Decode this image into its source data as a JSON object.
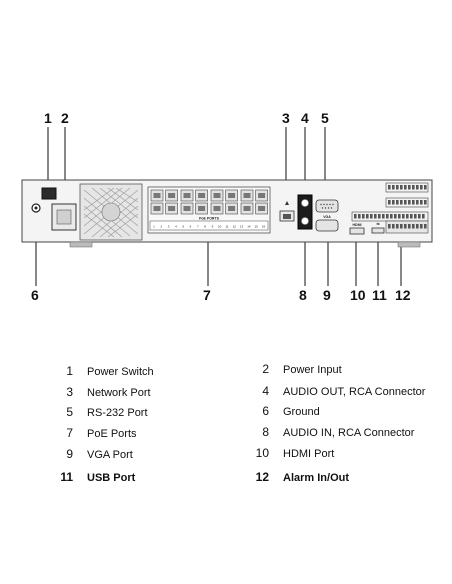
{
  "callouts": {
    "c1": "1",
    "c2": "2",
    "c3": "3",
    "c4": "4",
    "c5": "5",
    "c6": "6",
    "c7": "7",
    "c8": "8",
    "c9": "9",
    "c10": "10",
    "c11": "11",
    "c12": "12"
  },
  "device_labels": {
    "poe_ports": "PoE PORTS",
    "vga": "VGA",
    "hdmi": "HDMI",
    "poe_numbers": [
      "1",
      "2",
      "3",
      "4",
      "5",
      "6",
      "7",
      "8",
      "9",
      "10",
      "11",
      "12",
      "13",
      "14",
      "15",
      "16"
    ]
  },
  "legend": [
    {
      "num": "1",
      "label": "Power Switch"
    },
    {
      "num": "2",
      "label": "Power Input"
    },
    {
      "num": "3",
      "label": "Network Port"
    },
    {
      "num": "4",
      "label": "AUDIO OUT, RCA Connector"
    },
    {
      "num": "5",
      "label": "RS-232 Port"
    },
    {
      "num": "6",
      "label": "Ground"
    },
    {
      "num": "7",
      "label": "PoE Ports"
    },
    {
      "num": "8",
      "label": "AUDIO IN, RCA Connector"
    },
    {
      "num": "9",
      "label": "VGA Port"
    },
    {
      "num": "10",
      "label": "HDMI Port"
    },
    {
      "num": "11",
      "label": "USB Port"
    },
    {
      "num": "12",
      "label": "Alarm In/Out"
    }
  ]
}
